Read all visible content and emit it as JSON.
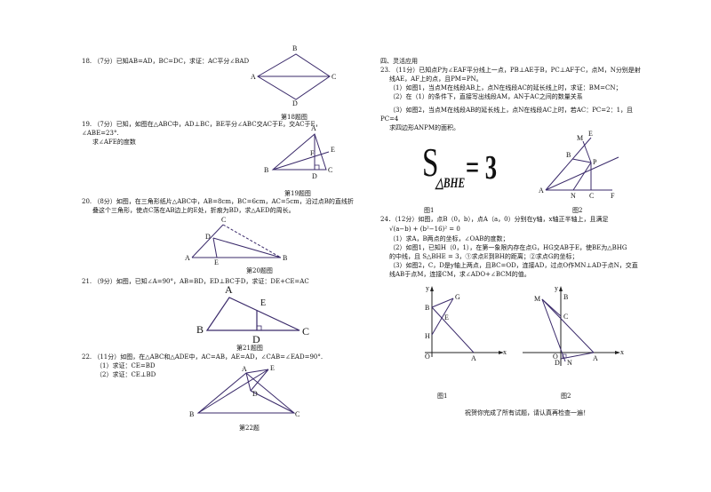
{
  "left": {
    "q18": {
      "text": "18. （7分）已知AB=AD，BC=DC，求证：AC平分∠BAD",
      "caption": "第18题图",
      "labels": {
        "A": "A",
        "B": "B",
        "C": "C",
        "D": "D"
      }
    },
    "q19": {
      "line1": "19. （7分）已知，如图在△ABC中，AD⊥BC，BE平分∠ABC交AC于E，交AC于E，",
      "line2": "∠ABE=23°.",
      "line3": "求∠AFE的度数",
      "caption": "第19题图",
      "labels": {
        "A": "A",
        "B": "B",
        "C": "C",
        "D": "D",
        "E": "E",
        "F": "F"
      }
    },
    "q20": {
      "line1": "20. （8分）如图，在三角形纸片△ABC中，AB=8cm，BC=6cm，AC=5cm，沿过点B的直线折",
      "line2": "叠这个三角形，使点C落在AB边上的E处，折痕为BD，求△AED的周长。",
      "caption": "第20题图",
      "labels": {
        "A": "A",
        "B": "B",
        "C": "C",
        "D": "D",
        "E": "E"
      }
    },
    "q21": {
      "text": "21. （9分）如图，已知∠A=90°，AB=BD，ED⊥BC于D，求证：DE+CE=AC",
      "caption": "第21题图",
      "labels": {
        "A": "A",
        "B": "B",
        "C": "C",
        "D": "D",
        "E": "E"
      }
    },
    "q22": {
      "line1": "22. （11分）如图，在△ABC和△ADE中，AC=AB，AE=AD，∠CAB=∠EAD=90°.",
      "line2": "（1）求证：CE=BD",
      "line3": "（2）求证：CE⊥BD",
      "caption": "第22题",
      "labels": {
        "A": "A",
        "B": "B",
        "C": "C",
        "D": "D",
        "E": "E"
      }
    }
  },
  "right": {
    "section": "四、灵活应用",
    "q23": {
      "line1": "23. （11分）已知点P为∠EAF平分线上一点，PB⊥AE于B，PC⊥AF于C，点M，N分别是射",
      "line2": "线AE，AF上的点，且PM=PN。",
      "line3": "（1）如图1，当点M在线段AB上，点N在线段AC的延长线上时，求证：BM=CN；",
      "line4": "（2）在（1）的条件下，直接写出线段AM，AN于AC之间的数量关系",
      "line5": "（3）如图2，当点M在线段AB的延长线上，点N在线段AC上时，若AC：PC=2：1，且",
      "line6": "PC=4",
      "line7": "求四边形ANPM的面积。",
      "formula_s": "S",
      "formula_sub": "△BHE",
      "formula_eq": "= 3",
      "fig1": "图1",
      "fig2": "图2",
      "labels": {
        "M": "M",
        "E": "E",
        "B": "B",
        "P": "P",
        "A": "A",
        "N": "N",
        "C": "C",
        "F": "F"
      }
    },
    "q24": {
      "line1": "24．（12分）如图，点B（0，b），点A（a，0）分别在y轴，x轴正半轴上，且满足",
      "line2": "√(a−b) + (b²−16)² = 0",
      "line3": "（1）求A，B两点的坐标，∠OAB的度数；",
      "line4": "（2）如图1，已知H（0，1），在第一象限内存在点G，HG交AB于E，使BE为△BHG",
      "line5": "的中线，且 S△BHE = 3，①求点E到BH的距离；②求点G的坐标；",
      "line6": "（3）如图2，C，D是y轴上两点，且BC=OD，连接AD，过点O作MN⊥AD于点N，交直",
      "line7": "线AB于点M，连接CM，求∠ADO+∠BCM的值。",
      "fig1": "图1",
      "fig2": "图2",
      "labels1": {
        "y": "y",
        "G": "G",
        "B": "B",
        "E": "E",
        "H": "H",
        "O": "O",
        "A": "A",
        "x": "x"
      },
      "labels2": {
        "y": "y",
        "M": "M",
        "B": "B",
        "C": "C",
        "O": "O",
        "D": "D",
        "N": "N",
        "A": "A",
        "x": "x"
      }
    },
    "footer": "祝贺你完成了所有试题，请认真再检查一遍！"
  }
}
